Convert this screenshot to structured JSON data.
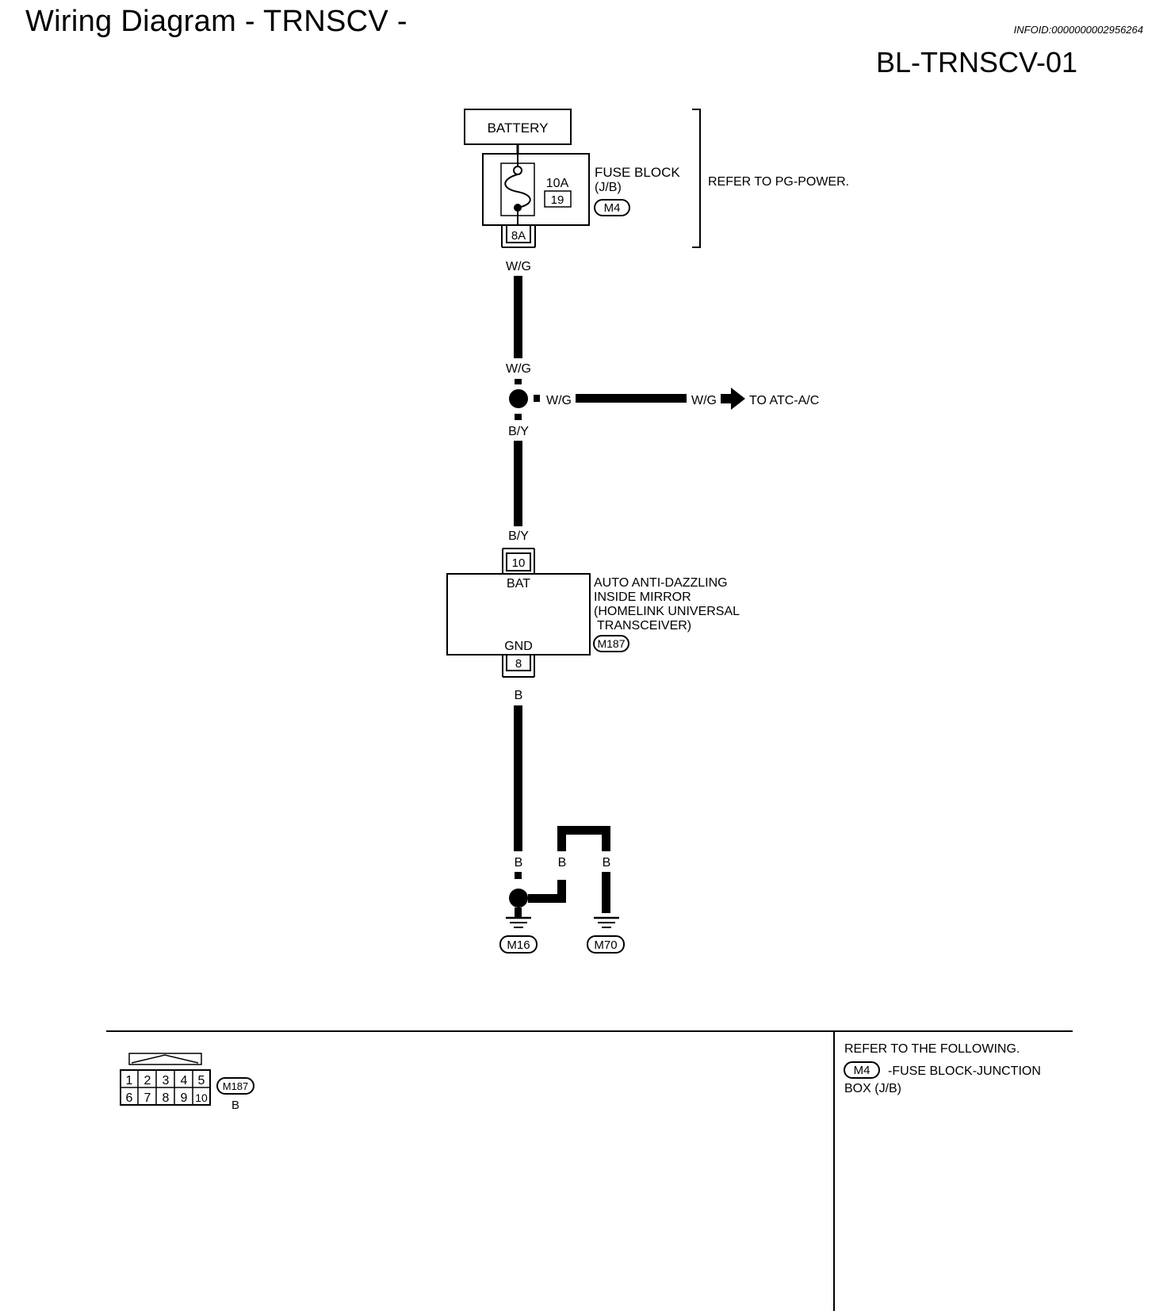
{
  "header": {
    "title": "Wiring Diagram - TRNSCV -",
    "info_id": "INFOID:0000000002956264",
    "diagram_code": "BL-TRNSCV-01"
  },
  "battery": {
    "label": "BATTERY"
  },
  "fuse_block": {
    "rating": "10A",
    "fuse_number": "19",
    "name_line1": "FUSE BLOCK",
    "name_line2": "(J/B)",
    "connector": "M4",
    "terminal": "8A"
  },
  "refer_power": "REFER TO PG-POWER.",
  "wires": {
    "fuse_out": "W/G",
    "splice_in": "W/G",
    "branch_left": "W/G",
    "branch_right": "W/G",
    "splice_out": "B/Y",
    "mirror_in": "B/Y",
    "mirror_out": "B",
    "ground_left": "B",
    "ground_mid": "B",
    "ground_right": "B"
  },
  "to_atc": "TO ATC-A/C",
  "mirror": {
    "pin_bat": "10",
    "label_bat": "BAT",
    "label_gnd": "GND",
    "pin_gnd": "8",
    "name_line1": "AUTO ANTI-DAZZLING",
    "name_line2": "INSIDE MIRROR",
    "name_line3": "(HOMELINK UNIVERSAL",
    "name_line4": "TRANSCEIVER)",
    "connector": "M187"
  },
  "grounds": {
    "left": "M16",
    "right": "M70"
  },
  "connector_face": {
    "pins_top": [
      "1",
      "2",
      "3",
      "4",
      "5"
    ],
    "pins_bottom": [
      "6",
      "7",
      "8",
      "9",
      "10"
    ],
    "connector": "M187",
    "color": "B"
  },
  "refer_following": {
    "heading": "REFER TO THE FOLLOWING.",
    "connector": "M4",
    "text_line1": "-FUSE BLOCK-JUNCTION",
    "text_line2": "BOX (J/B)"
  }
}
